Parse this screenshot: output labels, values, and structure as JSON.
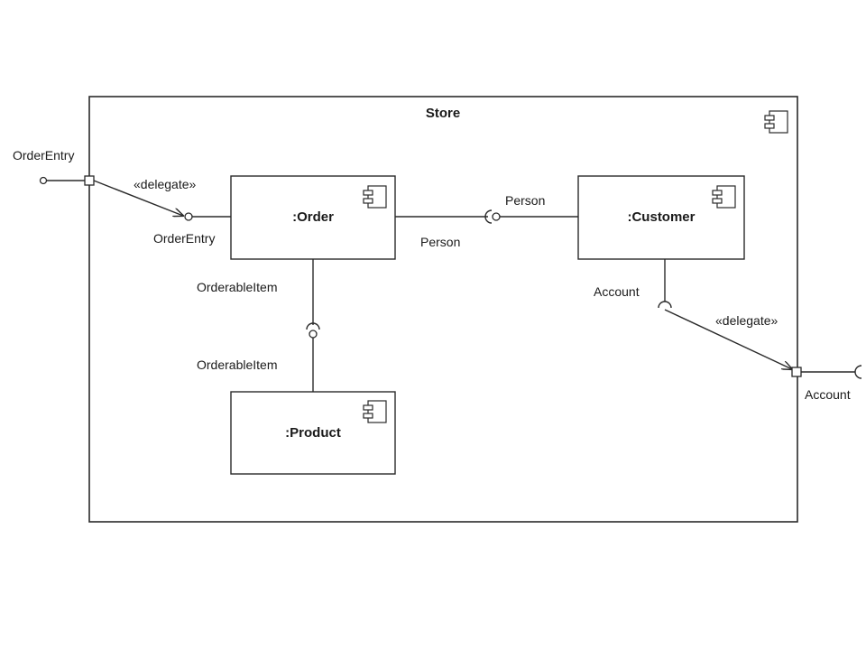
{
  "store": {
    "title": "Store"
  },
  "components": {
    "order": ":Order",
    "customer": ":Customer",
    "product": ":Product"
  },
  "labels": {
    "order_entry_external": "OrderEntry",
    "order_entry_internal": "OrderEntry",
    "delegate_top": "«delegate»",
    "delegate_bottom": "«delegate»",
    "person_top": "Person",
    "person_bottom": "Person",
    "orderable_item_top": "OrderableItem",
    "orderable_item_bottom": "OrderableItem",
    "account_internal": "Account",
    "account_external": "Account"
  },
  "icons": {
    "component": "component-icon"
  }
}
